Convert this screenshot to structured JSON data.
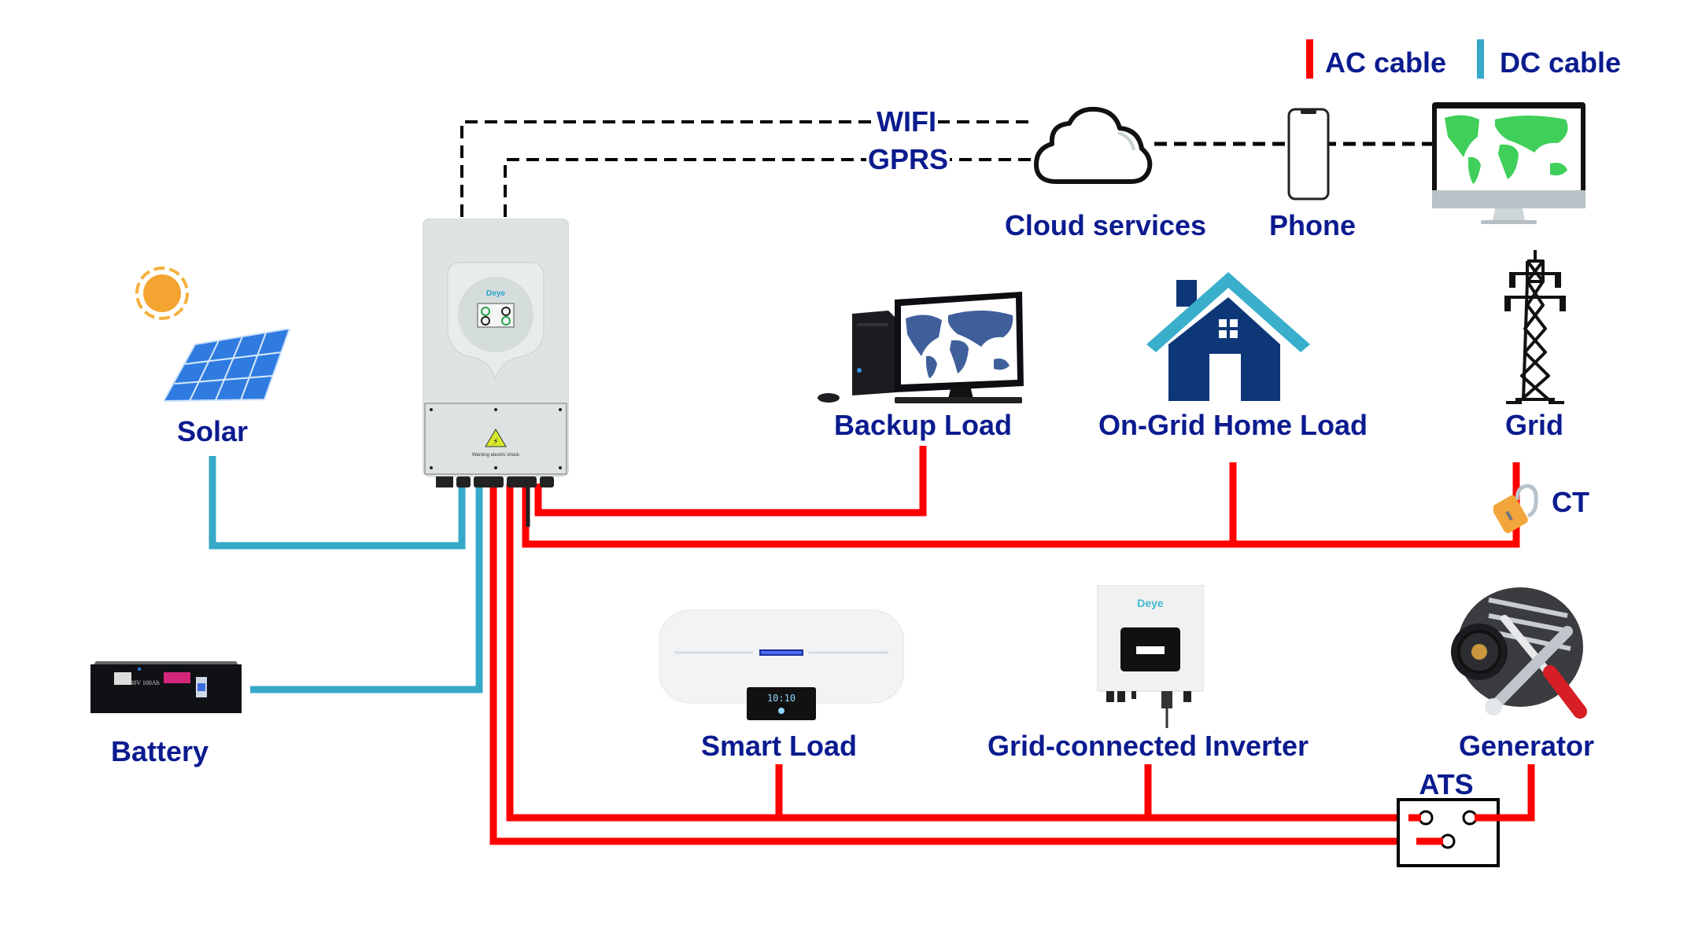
{
  "legend": {
    "ac": {
      "label": "AC cable",
      "color": "#ff0000"
    },
    "dc": {
      "label": "DC cable",
      "color": "#36a9c9"
    }
  },
  "links": {
    "wifi": "WIFI",
    "gprs": "GPRS"
  },
  "nodes": {
    "solar": "Solar",
    "battery": "Battery",
    "battery_spec": "48V 100Ah",
    "cloud": "Cloud services",
    "phone": "Phone",
    "backup_load": "Backup Load",
    "home_load": "On-Grid Home Load",
    "grid": "Grid",
    "ct": "CT",
    "smart_load": "Smart Load",
    "grid_inverter": "Grid-connected Inverter",
    "generator": "Generator",
    "ats": "ATS"
  },
  "inverter": {
    "brand": "Deye",
    "warning": "Warning electric shock"
  },
  "grid_inverter_device": {
    "brand": "Deye"
  },
  "smart_load_display": "10:10",
  "colors": {
    "text": "#0b1b8f",
    "ac": "#ff0000",
    "dc": "#36a9c9",
    "house_roof": "#39afcb",
    "house_body": "#0e3778",
    "map_green": "#3fcf5a",
    "map_blue": "#3f5f9b"
  }
}
